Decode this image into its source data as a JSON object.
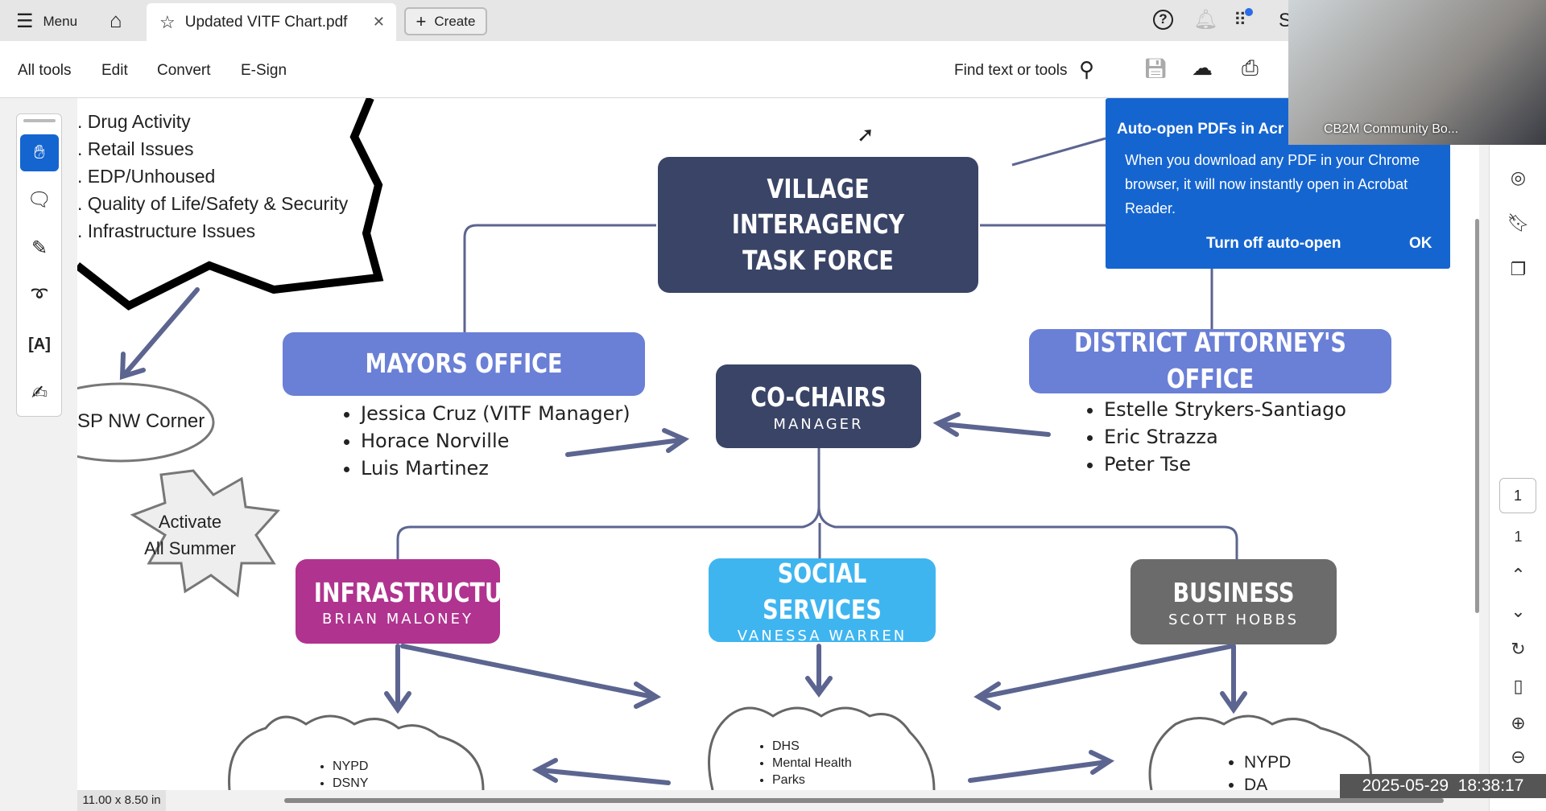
{
  "app": {
    "menu_label": "Menu",
    "tab_title": "Updated VITF Chart.pdf",
    "create_label": "Create",
    "profile_initial": "S"
  },
  "toolbar": {
    "items": [
      "All tools",
      "Edit",
      "Convert",
      "E-Sign"
    ],
    "find_label": "Find text or tools"
  },
  "diagram": {
    "issues": [
      ". Drug Activity",
      ". Retail Issues",
      ". EDP/Unhoused",
      ". Quality of Life/Safety & Security",
      ". Infrastructure Issues"
    ],
    "location": "SP NW Corner",
    "burst": "Activate\nAll Summer",
    "title_line1": "VILLAGE INTERAGENCY",
    "title_line2": "TASK FORCE",
    "mayors": {
      "title": "MAYORS OFFICE",
      "names": [
        "Jessica Cruz (VITF Manager)",
        "Horace Norville",
        "Luis Martinez"
      ]
    },
    "cochairs": {
      "title": "CO-CHAIRS",
      "sub": "MANAGER"
    },
    "da": {
      "title": "DISTRICT ATTORNEY'S OFFICE",
      "names": [
        "Estelle Strykers-Santiago",
        "Eric Strazza",
        "Peter Tse"
      ]
    },
    "infrastructure": {
      "title": "INFRASTRUCTURE",
      "sub": "BRIAN MALONEY",
      "color": "#b0338f",
      "cloud": [
        "NYPD",
        "DSNY"
      ]
    },
    "social": {
      "title": "SOCIAL SERVICES",
      "sub": "VANESSA WARREN",
      "color": "#3fb5f0",
      "cloud": [
        "DHS",
        "Mental Health",
        "Parks"
      ]
    },
    "business": {
      "title": "BUSINESS",
      "sub": "SCOTT HOBBS",
      "color": "#6b6b6b",
      "cloud": [
        "NYPD",
        "DA"
      ]
    }
  },
  "popup": {
    "title": "Auto-open PDFs in Acr",
    "body": "When you download any PDF in your Chrome browser, it will now instantly open in Acrobat Reader.",
    "turn_off": "Turn off auto-open",
    "ok": "OK"
  },
  "video": {
    "label": "CB2M Community Bo..."
  },
  "rail": {
    "page_current": "1",
    "page_total": "1"
  },
  "status": {
    "page_size": "11.00 x 8.50 in",
    "timestamp": "2025-05-29  18:38:17"
  }
}
